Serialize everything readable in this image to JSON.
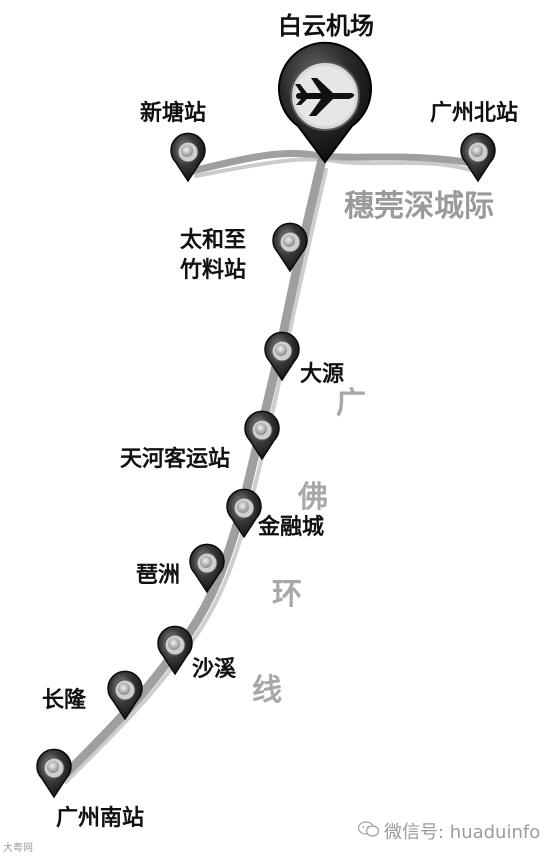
{
  "airport": {
    "label": "白云机场"
  },
  "stations": {
    "xintang": "新塘站",
    "guangzhou_north": "广州北站",
    "taihe_line1": "太和至",
    "taihe_line2": "竹料站",
    "dayuan": "大源",
    "tianhe_coach": "天河客运站",
    "jinrong_city": "金融城",
    "pazhou": "琶洲",
    "shaxi": "沙溪",
    "changlong": "长隆",
    "guangzhou_south": "广州南站"
  },
  "lines": {
    "suiguan_shen": "穗莞深城际",
    "guangfo_ring": [
      "广",
      "佛",
      "环",
      "线"
    ]
  },
  "watermark": {
    "wechat": "微信号: huaduinfo",
    "source": "大粤网"
  },
  "colors": {
    "route": "#8e8e8e",
    "marker_dark": "#1a1a1a",
    "marker_light": "#bdbdbd",
    "line_label": "#a8a8a8"
  },
  "icons": {
    "airport_marker": "airplane-icon",
    "station_marker": "map-pin-icon"
  }
}
